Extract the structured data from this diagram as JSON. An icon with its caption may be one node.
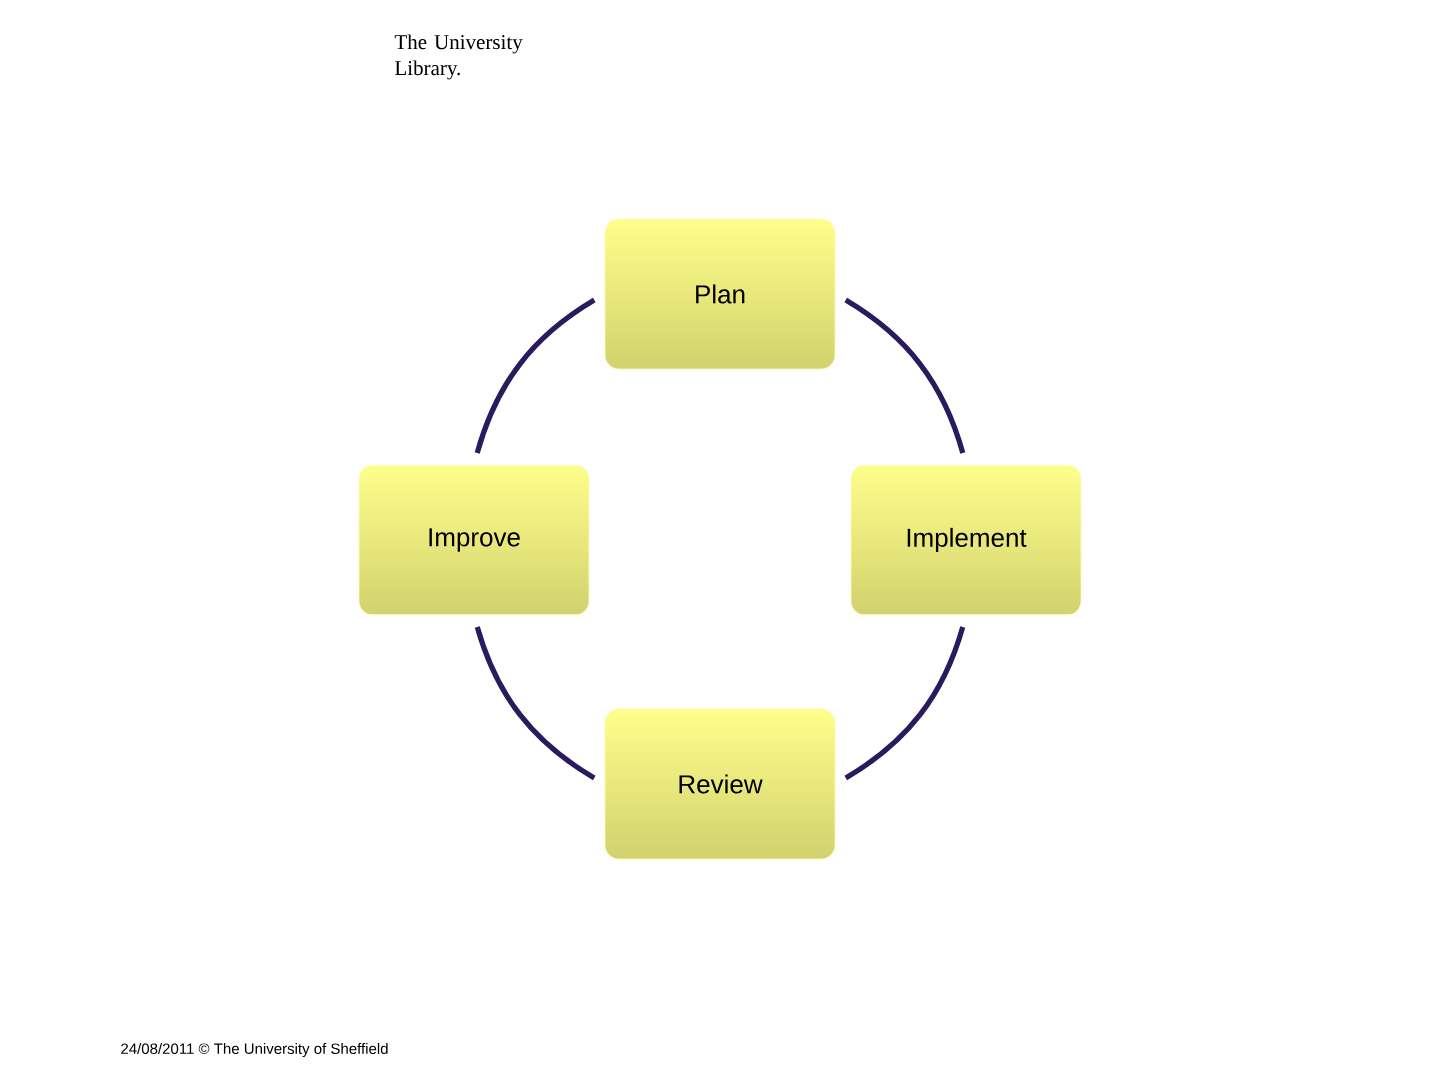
{
  "diagram": {
    "nodes": [
      {
        "text": [
          "Plan"
        ]
      },
      {
        "text": [
          "Improve"
        ]
      },
      {
        "text": [
          "Implement"
        ]
      },
      {
        "text": [
          "Review"
        ]
      }
    ],
    "edges": [
      {
        "from": 0,
        "to": 2,
        "arrow": "none"
      },
      {
        "from": 2,
        "to": 3,
        "arrow": "none"
      },
      {
        "from": 3,
        "to": 1,
        "arrow": "none"
      },
      {
        "from": 1,
        "to": 0,
        "arrow": "none"
      }
    ],
    "labels": [
      "The University Library.",
      "24/08/2011 © The University of Sheffield"
    ]
  }
}
